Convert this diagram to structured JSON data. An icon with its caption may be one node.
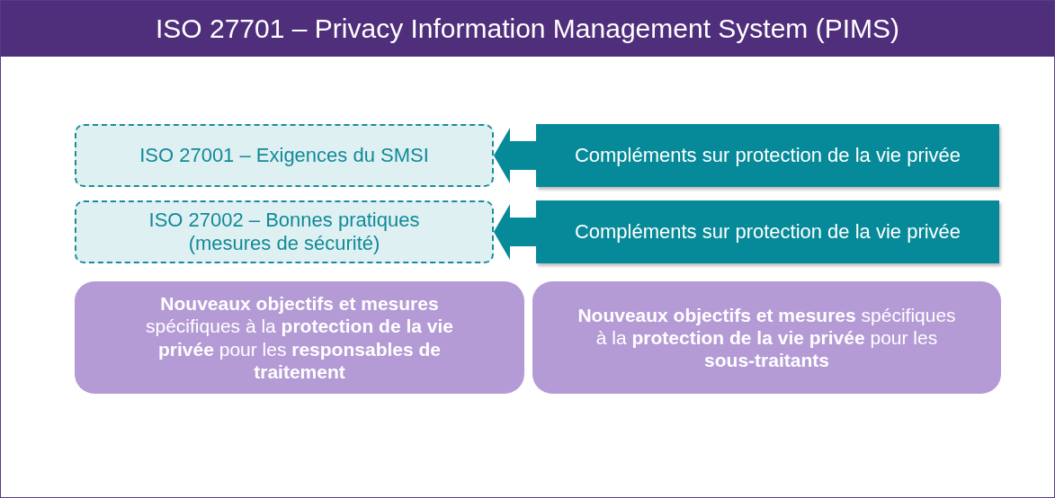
{
  "diagram": {
    "title": "ISO 27701 – Privacy Information Management System (PIMS)",
    "nodes": [
      {
        "text": [
          "ISO 27001 – Exigences du SMSI"
        ]
      },
      {
        "text": [
          "Compléments sur protection de la vie privée"
        ]
      },
      {
        "text": [
          "ISO 27002 – Bonnes pratiques (mesures de sécurité)"
        ]
      },
      {
        "text": [
          "Compléments sur protection de la vie privée"
        ]
      },
      {
        "text": [
          "**Nouveaux objectifs et mesures** spécifiques à la **protection de la vie privée** pour les **responsables de traitement**"
        ]
      },
      {
        "text": [
          "**Nouveaux objectifs et mesures** spécifiques à la **protection de la vie privée** pour les **sous-traitants**"
        ]
      }
    ],
    "edges": [
      {
        "from": 1,
        "to": 0,
        "arrow": "to"
      },
      {
        "from": 3,
        "to": 2,
        "arrow": "to"
      }
    ]
  }
}
